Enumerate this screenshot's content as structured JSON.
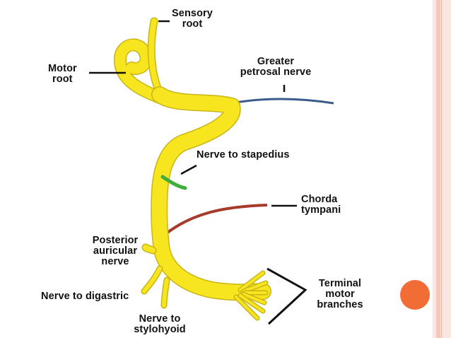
{
  "labels": {
    "sensory_root": [
      "Sensory",
      "root"
    ],
    "motor_root": [
      "Motor",
      "root"
    ],
    "greater_petrosal": [
      "Greater",
      "petrosal nerve"
    ],
    "nerve_to_stapedius": "Nerve to stapedius",
    "chorda_tympani": [
      "Chorda",
      "tympani"
    ],
    "posterior_auricular": [
      "Posterior",
      "auricular",
      "nerve"
    ],
    "nerve_to_digastric": "Nerve to digastric",
    "nerve_to_stylohyoid": [
      "Nerve to",
      "stylohyoid"
    ],
    "terminal_motor_branches": [
      "Terminal",
      "motor",
      "branches"
    ]
  },
  "colors": {
    "nerve": "#f7e51f",
    "nerve_outline": "#c9b515",
    "greater_petrosal": "#3b5a8c",
    "stapedius_branch": "#3fae3a",
    "chorda_tympani": "#a63a2b",
    "accent_dot": "#f26c36",
    "border": "#f6c6ba"
  }
}
